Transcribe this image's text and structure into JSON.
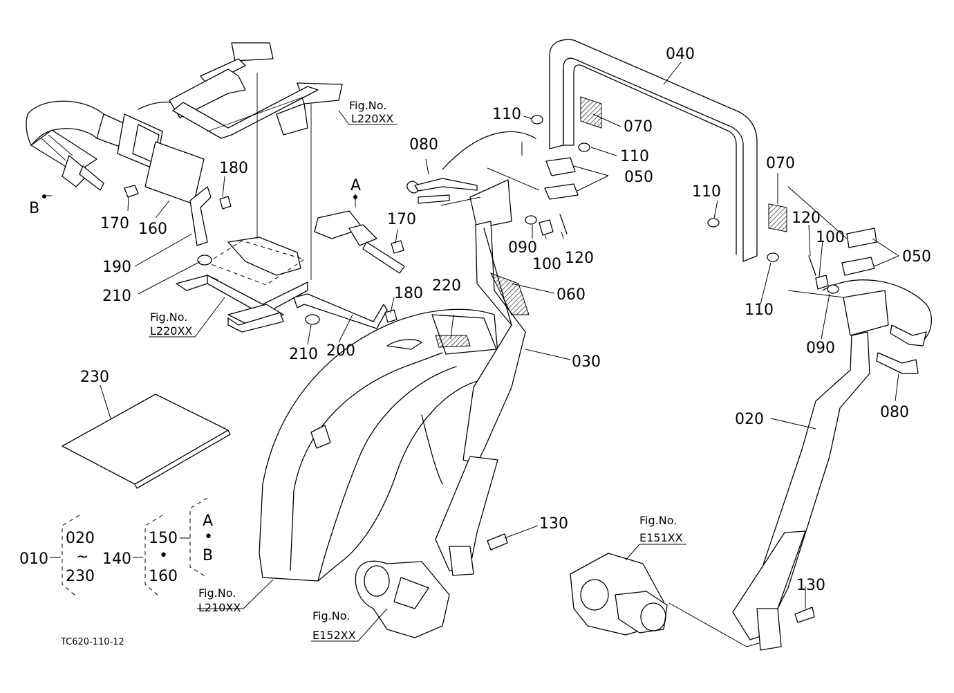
{
  "diagram_code": "TC620-110-12",
  "labels": {
    "p010": "010",
    "p020a": "020",
    "p020b": "020",
    "p030": "030",
    "p040": "040",
    "p050a": "050",
    "p050b": "050",
    "p060": "060",
    "p070a": "070",
    "p070b": "070",
    "p080a": "080",
    "p080b": "080",
    "p090a": "090",
    "p090b": "090",
    "p100a": "100",
    "p100b": "100",
    "p110a": "110",
    "p110b": "110",
    "p110c": "110",
    "p110d": "110",
    "p120a": "120",
    "p120b": "120",
    "p130a": "130",
    "p130b": "130",
    "p140": "140",
    "p150": "150",
    "p160a": "160",
    "p160b": "160",
    "p170a": "170",
    "p170b": "170",
    "p180a": "180",
    "p180b": "180",
    "p190": "190",
    "p200": "200",
    "p210a": "210",
    "p210b": "210",
    "p220": "220",
    "p230a": "230",
    "p230b": "230",
    "refA": "A",
    "refB": "B",
    "grpA": "A",
    "grpB": "B",
    "tilde": "~",
    "bullet1": "•",
    "bullet2": "•"
  },
  "fig_refs": {
    "title": "Fig.No.",
    "l220_top": "L220XX",
    "l220_left": "L220XX",
    "l210": "L210XX",
    "e152": "E152XX",
    "e151": "E151XX"
  }
}
